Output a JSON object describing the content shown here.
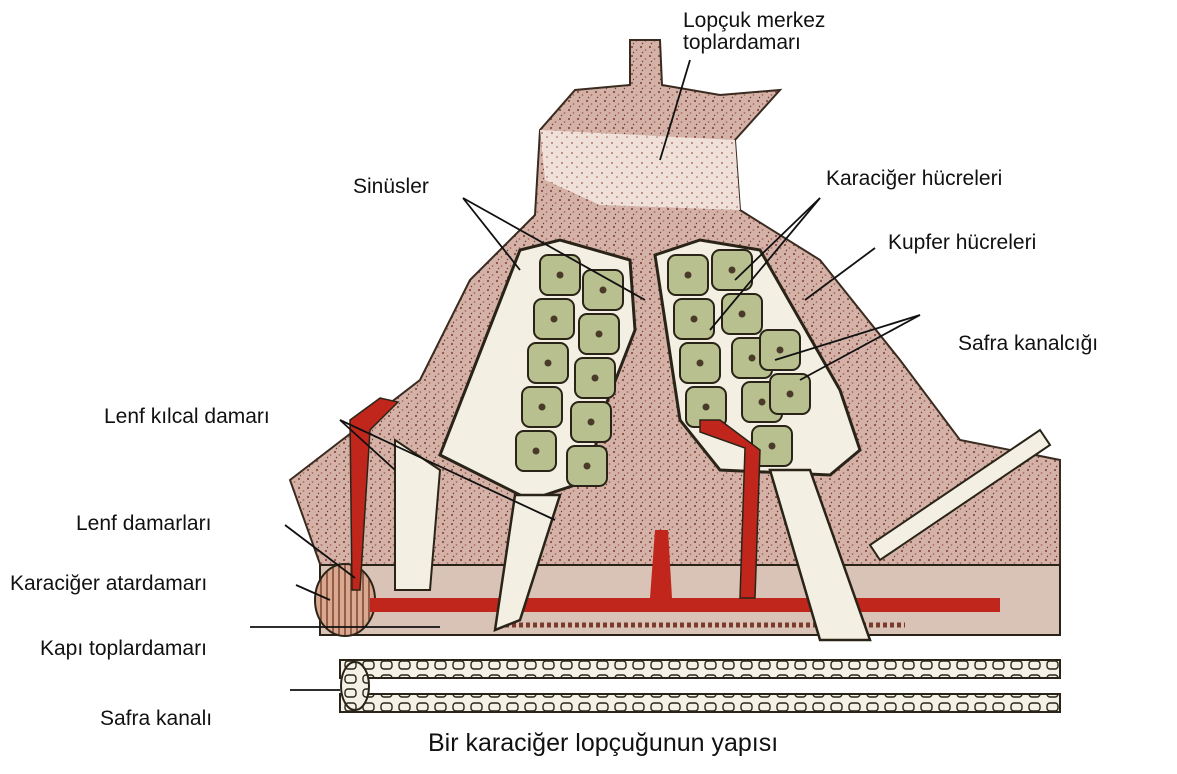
{
  "labels": {
    "central_vein": "Lopçuk merkez toplardamarı",
    "sinusoids": "Sinüsler",
    "hepatocytes": "Karaciğer hücreleri",
    "kupffer": "Kupfer hücreleri",
    "bile_canaliculus": "Safra kanalcığı",
    "lymph_capillary": "Lenf kılcal damarı",
    "lymph_vessels": "Lenf damarları",
    "hepatic_artery": "Karaciğer atardamarı",
    "portal_vein": "Kapı toplardamarı",
    "bile_duct": "Safra kanalı"
  },
  "caption": "Bir karaciğer lopçuğunun yapısı",
  "colors": {
    "tissue": "#c9a196",
    "tissue_dark": "#9c5a4c",
    "artery": "#c0261b",
    "cell_fill": "#b9c08f",
    "outline": "#2a2418",
    "cord_bg": "#f3efe2"
  }
}
